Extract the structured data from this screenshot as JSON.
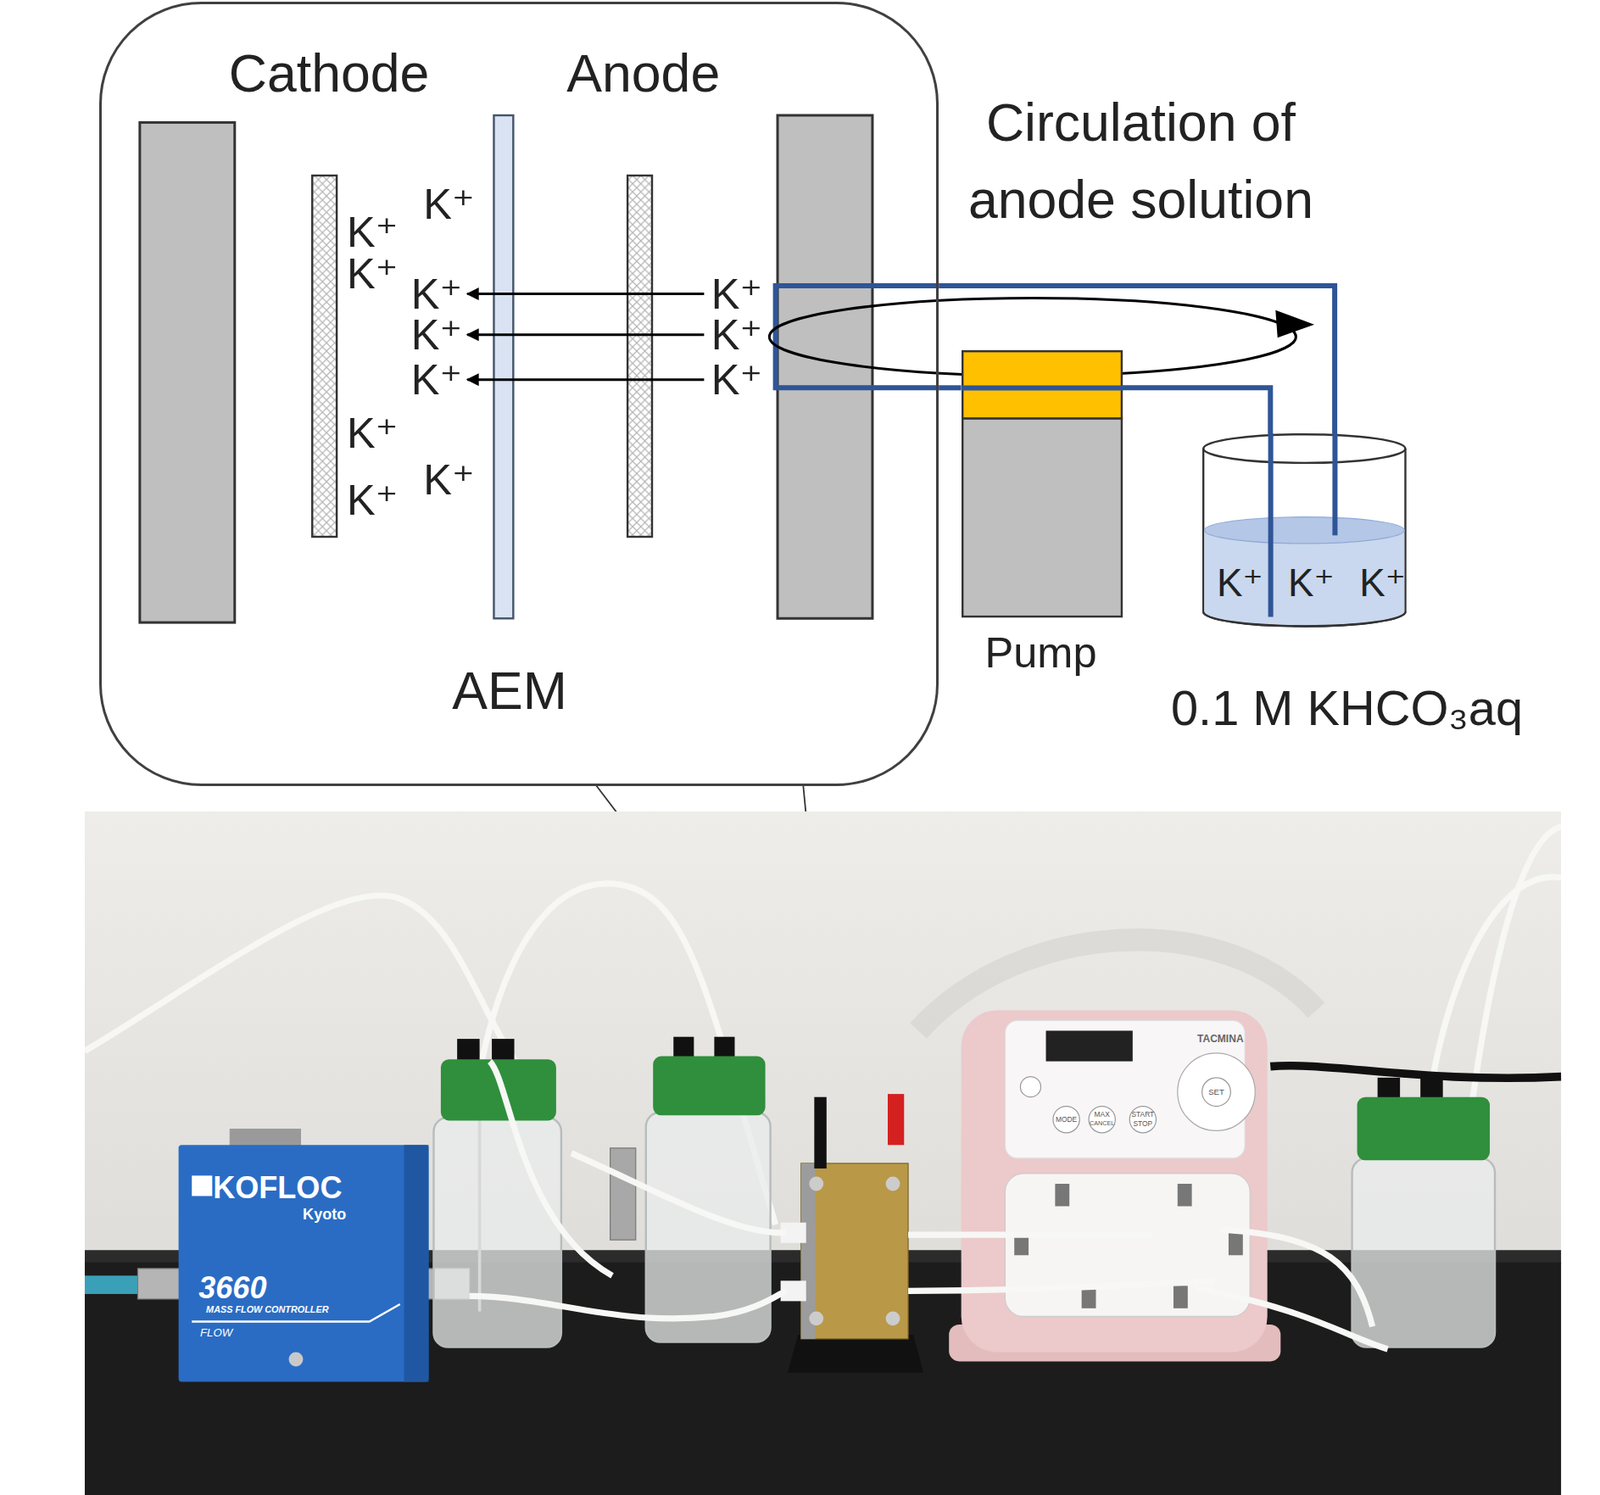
{
  "diagram": {
    "nodes": [
      {
        "text": [
          "Cathode",
          "Anode",
          "AEM"
        ]
      },
      {
        "text": [
          "Pump"
        ]
      },
      {
        "text": [
          "K⁺ K⁺ K⁺",
          "0.1 M KHCO₃aq"
        ]
      }
    ],
    "edges": [
      {
        "from": 0,
        "to": 2,
        "arrow": "none"
      },
      {
        "from": 0,
        "to": 1,
        "arrow": "none"
      },
      {
        "from": 1,
        "to": 2,
        "arrow": "none"
      }
    ],
    "labels": [
      "Circulation of anode solution",
      "K⁺",
      "K⁺",
      "K⁺",
      "K⁺",
      "K⁺",
      "K⁺",
      "K⁺",
      "K⁺",
      "K⁺",
      "K⁺",
      "K⁺",
      "K⁺",
      "KOFLOC",
      "Kyoto",
      "3660",
      "MASS FLOW CONTROLLER",
      "FLOW",
      "TACMINA",
      "MODE",
      "MAX",
      "CANCEL",
      "START",
      "STOP",
      "SET"
    ]
  }
}
